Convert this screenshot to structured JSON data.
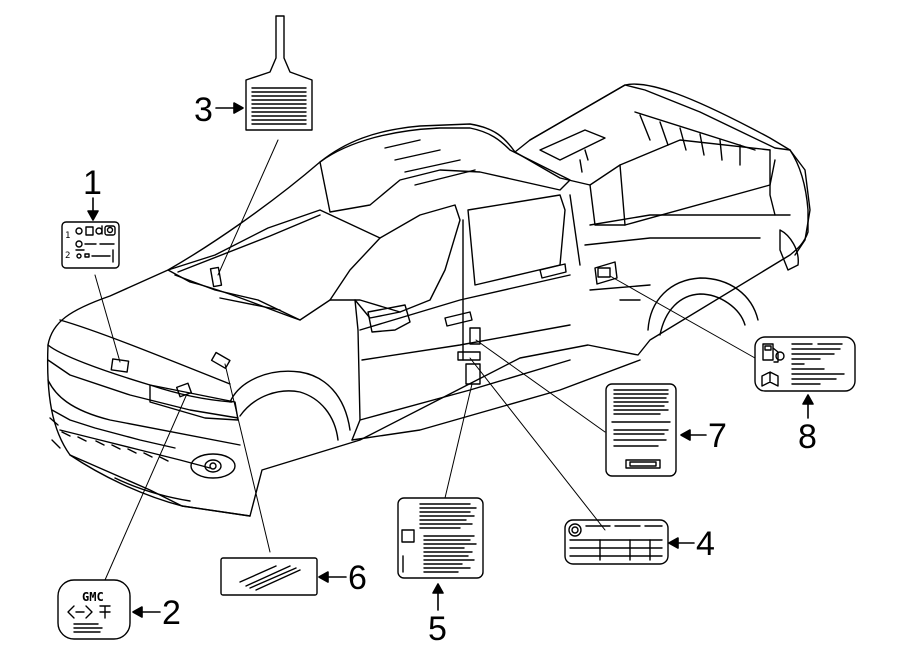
{
  "callouts": {
    "c1": "1",
    "c2": "2",
    "c3": "3",
    "c4": "4",
    "c5": "5",
    "c6": "6",
    "c7": "7",
    "c8": "8"
  },
  "label_text": {
    "label1_row1": "1",
    "label1_row2": "2",
    "label2_logo": "GMC"
  }
}
